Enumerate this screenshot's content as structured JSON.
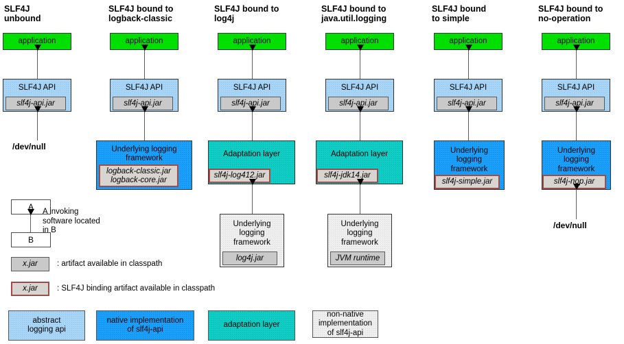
{
  "diagram": {
    "title_hidden": "",
    "columns": [
      {
        "id": "unbound",
        "title": "SLF4J\nunbound",
        "application": "application",
        "api_label": "SLF4J API",
        "api_jar": "slf4j-api.jar",
        "terminal": "/dev/null"
      },
      {
        "id": "logback-classic",
        "title": "SLF4J bound to\nlogback-classic",
        "application": "application",
        "api_label": "SLF4J API",
        "api_jar": "slf4j-api.jar",
        "impl_label": "Underlying logging\nframework",
        "impl_jar": "logback-classic.jar\nlogback-core.jar"
      },
      {
        "id": "log4j",
        "title": "SLF4J bound to\nlog4j",
        "application": "application",
        "api_label": "SLF4J API",
        "api_jar": "slf4j-api.jar",
        "adaptation_label": "Adaptation layer",
        "adaptation_jar": "slf4j-log412.jar",
        "impl_label": "Underlying\nlogging\nframework",
        "impl_jar": "log4j.jar"
      },
      {
        "id": "jul",
        "title": "SLF4J bound to\njava.util.logging",
        "application": "application",
        "api_label": "SLF4J API",
        "api_jar": "slf4j-api.jar",
        "adaptation_label": "Adaptation layer",
        "adaptation_jar": "slf4j-jdk14.jar",
        "impl_label": "Underlying\nlogging\nframework",
        "impl_jar": "JVM runtime"
      },
      {
        "id": "simple",
        "title": "SLF4J bound\nto simple",
        "application": "application",
        "api_label": "SLF4J API",
        "api_jar": "slf4j-api.jar",
        "impl_label": "Underlying\nlogging\nframework",
        "impl_jar": "slf4j-simple.jar"
      },
      {
        "id": "nop",
        "title": "SLF4J bound to\nno-operation",
        "application": "application",
        "api_label": "SLF4J API",
        "api_jar": "slf4j-api.jar",
        "impl_label": "Underlying\nlogging\nframework",
        "impl_jar": "slf4j-nop.jar",
        "terminal": "/dev/null"
      }
    ],
    "legend": {
      "invocation": {
        "box_a": "A",
        "box_b": "B",
        "description": "A invoking\nsoftware located\nin B"
      },
      "artifact": {
        "chip": "x.jar",
        "description": ": artifact available in classpath"
      },
      "binding_artifact": {
        "chip": "x.jar",
        "description": ": SLF4J binding artifact available in classpath"
      },
      "swatches": [
        {
          "label": "abstract\nlogging api",
          "color": "#a8d4f5"
        },
        {
          "label": "native implementation\nof slf4j-api",
          "color": "#1a9ffa"
        },
        {
          "label": "adaptation layer",
          "color": "#0fcdc4"
        },
        {
          "label": "non-native\nimplementation\nof slf4j-api",
          "color": "#eeeeee"
        }
      ]
    },
    "colors": {
      "application": "#00e000",
      "slf4j_api": "#a8d4f5",
      "native_impl": "#1a9ffa",
      "adaptation": "#0fcdc4",
      "non_native": "#eeeeee",
      "jar": "#c6c6c6",
      "binding_border": "#a04a4a",
      "arrow": "#5e5e5e"
    }
  }
}
